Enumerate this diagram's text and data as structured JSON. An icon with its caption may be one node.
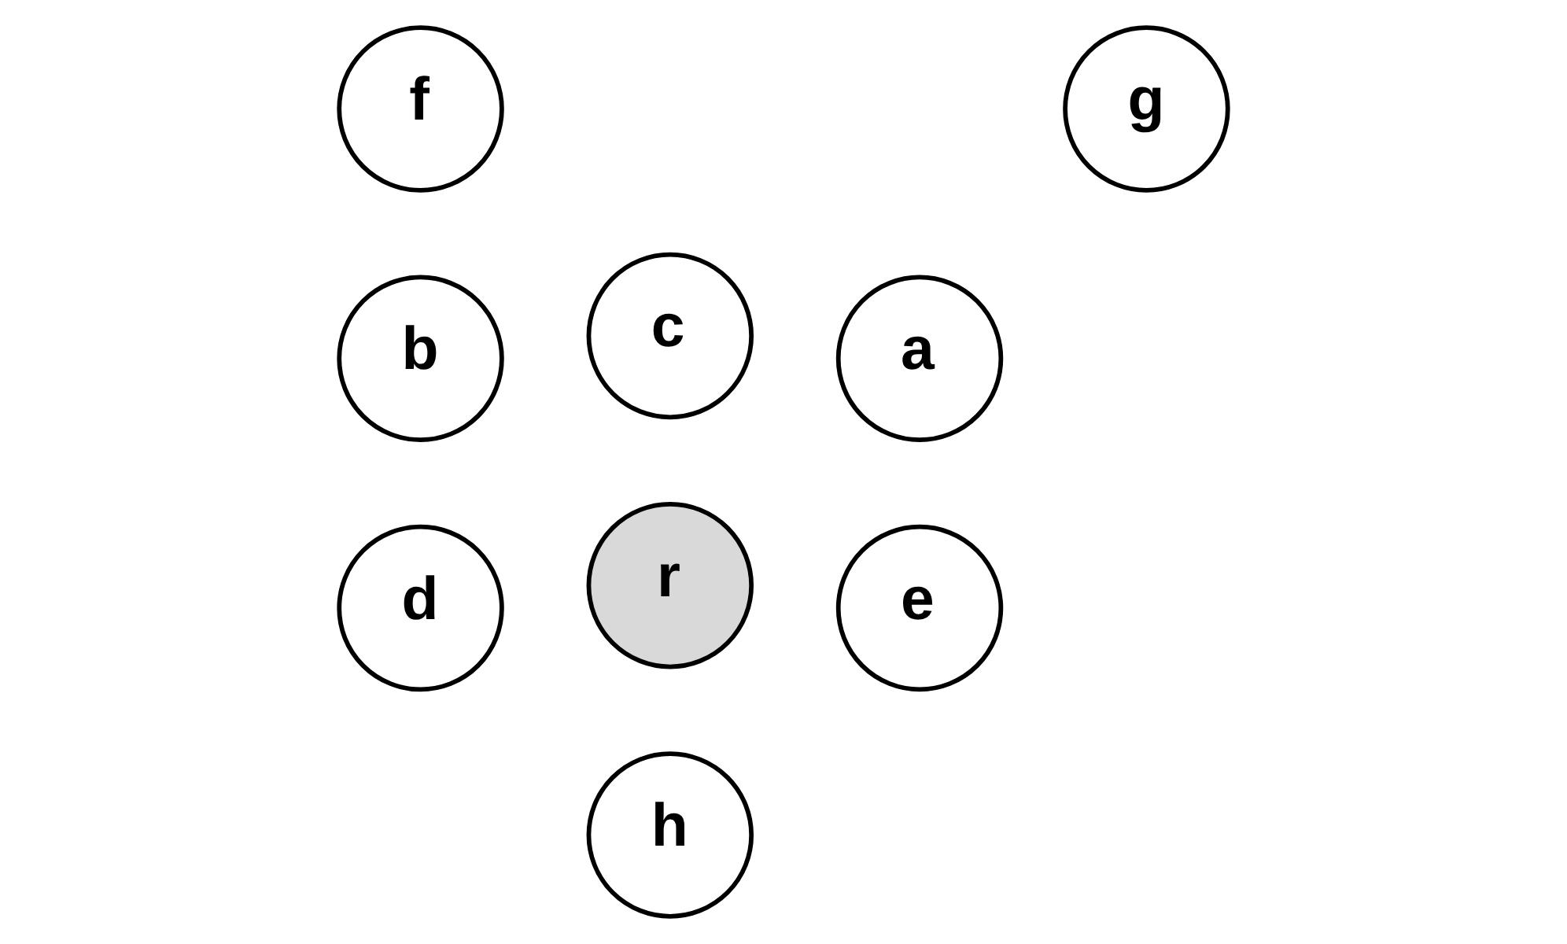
{
  "diagram": {
    "nodes": [
      {
        "text": [
          "r"
        ]
      },
      {
        "text": [
          "e"
        ]
      },
      {
        "text": [
          "a"
        ]
      },
      {
        "text": [
          "c"
        ]
      },
      {
        "text": [
          "g"
        ]
      },
      {
        "text": [
          "f"
        ]
      },
      {
        "text": [
          "b"
        ]
      },
      {
        "text": [
          "d"
        ]
      },
      {
        "text": [
          "h"
        ]
      }
    ]
  }
}
